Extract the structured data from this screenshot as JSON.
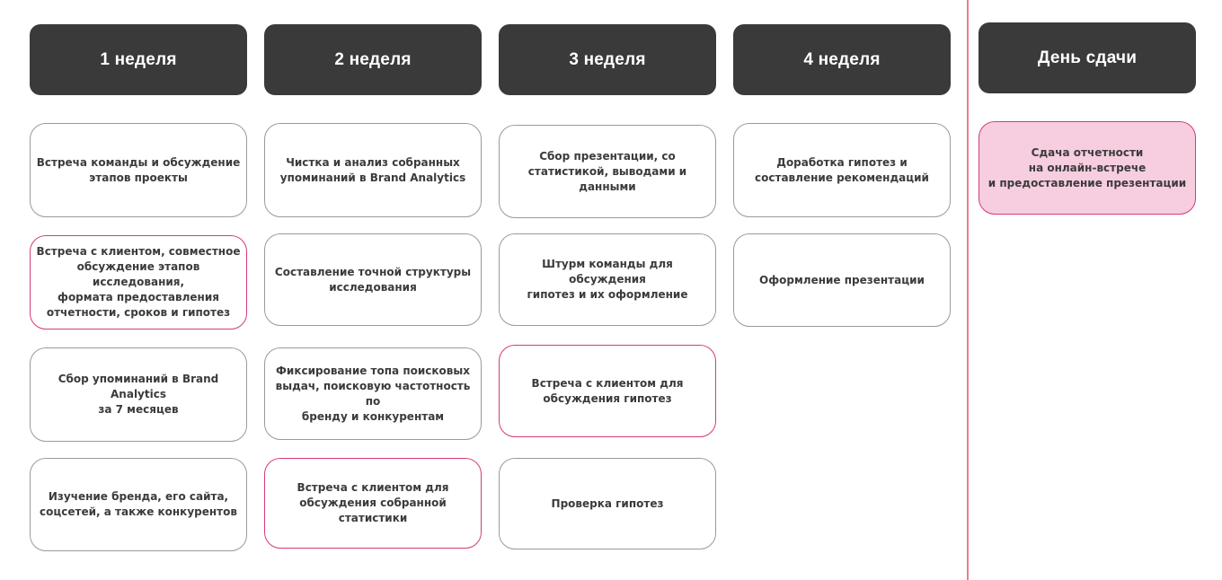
{
  "columns": [
    {
      "header": "1 неделя",
      "cards": [
        {
          "text": "Встреча команды и обсуждение\nэтапов проекты",
          "client": false
        },
        {
          "text": "Встреча с клиентом, совместное\nобсуждение этапов исследования,\nформата предоставления\nотчетности, сроков и гипотез",
          "client": true
        },
        {
          "text": "Сбор упоминаний в Brand Analytics\nза 7 месяцев",
          "client": false
        },
        {
          "text": "Изучение бренда, его сайта,\nсоцсетей, а также конкурентов",
          "client": false
        }
      ]
    },
    {
      "header": "2 неделя",
      "cards": [
        {
          "text": "Чистка и анализ собранных\nупоминаний в Brand Analytics",
          "client": false
        },
        {
          "text": "Составление точной структуры\nисследования",
          "client": false
        },
        {
          "text": "Фиксирование топа поисковых\nвыдач, поисковую частотность по\nбренду и конкурентам",
          "client": false
        },
        {
          "text": "Встреча с клиентом для\nобсуждения собранной\nстатистики",
          "client": true
        }
      ]
    },
    {
      "header": "3 неделя",
      "cards": [
        {
          "text": "Сбор презентации, со\nстатистикой, выводами и\nданными",
          "client": false
        },
        {
          "text": "Штурм команды для обсуждения\nгипотез и их оформление",
          "client": false
        },
        {
          "text": "Встреча с клиентом для\nобсуждения гипотез",
          "client": true
        },
        {
          "text": "Проверка гипотез",
          "client": false
        }
      ]
    },
    {
      "header": "4 неделя",
      "cards": [
        {
          "text": "Доработка гипотез и\nсоставление рекомендаций",
          "client": false
        },
        {
          "text": "Оформление презентации",
          "client": false
        }
      ]
    }
  ],
  "final": {
    "header": "День сдачи",
    "card": "Сдача отчетности\nна онлайн-встрече\nи предоставление презентации"
  },
  "colors": {
    "header_bg": "#3a3a3a",
    "client_border": "#d43b7c",
    "final_fill": "#f7cde0",
    "divider": "#ea7d86",
    "card_border": "#9a9a9a"
  }
}
